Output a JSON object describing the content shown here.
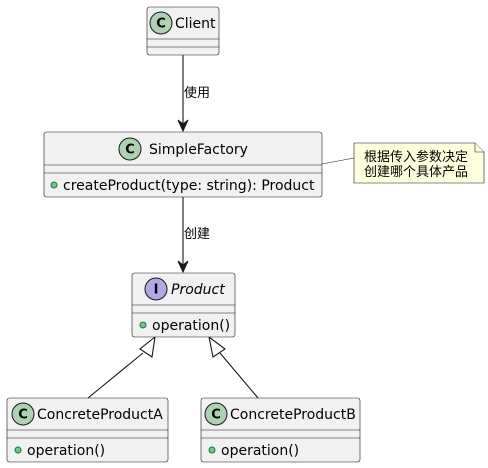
{
  "diagram": {
    "classes": {
      "client": {
        "stereotype_letter": "C",
        "name": "Client"
      },
      "simple_factory": {
        "stereotype_letter": "C",
        "name": "SimpleFactory",
        "method": "createProduct(type: string): Product"
      },
      "product": {
        "stereotype_letter": "I",
        "name": "Product",
        "method": "operation()"
      },
      "concrete_a": {
        "stereotype_letter": "C",
        "name": "ConcreteProductA",
        "method": "operation()"
      },
      "concrete_b": {
        "stereotype_letter": "C",
        "name": "ConcreteProductB",
        "method": "operation()"
      }
    },
    "edges": {
      "client_to_factory": "使用",
      "factory_to_product": "创建"
    },
    "note": {
      "line1": "根据传入参数决定",
      "line2": "创建哪个具体产品"
    },
    "colors": {
      "class_fill": "#f1f1f1",
      "class_circle": "#add1b2",
      "interface_circle": "#b4a7e5",
      "note_fill": "#feffdd",
      "public_marker": "#84be84"
    },
    "icons": {
      "class_marker": "class-circle-icon",
      "interface_marker": "interface-circle-icon",
      "public_visibility": "public-dot-icon"
    }
  }
}
